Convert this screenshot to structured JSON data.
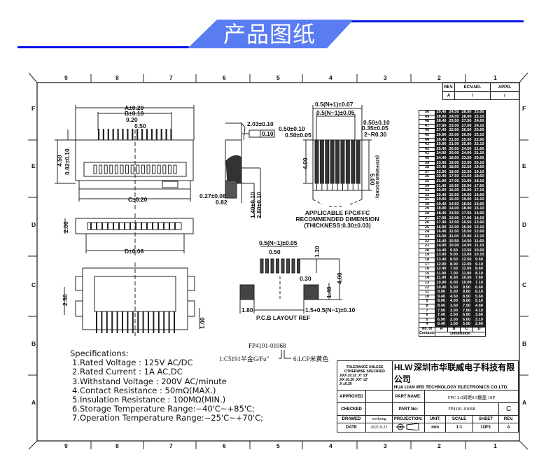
{
  "banner": {
    "title": "产品图纸",
    "color": "#5a7cf2",
    "line_color": "#0a14e8"
  },
  "frame": {
    "columns": [
      "9",
      "8",
      "7",
      "6",
      "5",
      "4",
      "3",
      "2",
      "1"
    ],
    "rows": [
      "F",
      "E",
      "D",
      "C",
      "B",
      "A"
    ]
  },
  "revision_block": {
    "headers": [
      "REV.",
      "ECN.NO.",
      "APPD."
    ],
    "values": [
      "A",
      "/",
      "/"
    ]
  },
  "front_view": {
    "dim_a": "A±0.20",
    "dim_b": "B±0.10",
    "dim_pin_width": "0.20",
    "dim_pitch": "0.50",
    "dim_height": "4.50",
    "dim_offset": "0.82±0.10",
    "dim_c": "C±0.20"
  },
  "side_view": {
    "dim_depth": "2.03±0.10",
    "flatness": "0.10",
    "dim_tail": "0.27±0.08",
    "dim_tail2": "0.82",
    "dim_h1": "1.40±0.10",
    "dim_h2": "2.80±0.10"
  },
  "fpc_view": {
    "dim_total": "0.5(N+1)±0.07",
    "dim_span": "0.5(N−1)±0.05",
    "dim_left1": "0.50±0.10",
    "dim_left2": "0.50±0.05",
    "dim_right1": "0.50±0.10",
    "dim_right2": "0.35±0.05",
    "radius": "2−R0.30",
    "dim_length": "4.00",
    "dim_stiffener": "5.00",
    "stiffener_label": "(STIFFENER BOARD)",
    "caption": [
      "APPLICABLE FPC/FFC",
      "RECOMMENDED DIMENSION",
      "(THICKNESS:0.30±0.03)"
    ]
  },
  "top_view": {
    "dim_height": "2.00",
    "dim_d": "D±0.08"
  },
  "bottom_view": {
    "dim_left": "2.50",
    "dim_right": "1.00"
  },
  "pcb_layout": {
    "dim_span": "0.5(N−1)±0.05",
    "dim_pitch": "0.50",
    "dim_pad_len": "1.30",
    "dim_total": "4.00",
    "dim_pad_w": "0.30",
    "dim_mount_h": "1.40",
    "dim_mount_w": "1.80",
    "dim_mount_span": "1.5+0.5(N−1)±0.10",
    "caption": "P.C.B LAYOUT REF"
  },
  "part_callout": {
    "part_no": "FP4101-01068",
    "material_1": "1:C5191半金G/Fu\"",
    "material_6": "6:LCP米黄色"
  },
  "specifications": {
    "title": "Specifications:",
    "items": [
      "1.Rated Voltage : 125V AC/DC",
      "2.Rated Current : 1A AC,DC",
      "3.Withstand Voltage : 200V AC/minute",
      "4.Contact Resistance : 50mΩ(MAX.)",
      "5.Insulation Resistance : 100MΩ(MIN.)",
      "6.Storage Temperature Range:−40'C~+85'C;",
      "7.Operation Temperature Range:−25'C~+70'C;"
    ]
  },
  "dimension_table": {
    "headers": [
      "No. of Contacts",
      "A",
      "B",
      "C",
      "D"
    ],
    "footer": "Dimension",
    "rows": [
      [
        "50",
        "29.40",
        "24.50",
        "28.50",
        "25.60"
      ],
      [
        "49",
        "28.90",
        "24.00",
        "28.00",
        "25.10"
      ],
      [
        "48",
        "28.40",
        "23.50",
        "27.50",
        "24.60"
      ],
      [
        "47",
        "27.90",
        "23.00",
        "27.00",
        "24.10"
      ],
      [
        "46",
        "27.40",
        "22.50",
        "26.50",
        "23.60"
      ],
      [
        "45",
        "26.90",
        "22.00",
        "26.00",
        "23.10"
      ],
      [
        "44",
        "26.40",
        "21.50",
        "25.50",
        "22.60"
      ],
      [
        "43",
        "25.90",
        "21.00",
        "25.00",
        "22.10"
      ],
      [
        "42",
        "25.40",
        "20.50",
        "24.50",
        "21.60"
      ],
      [
        "41",
        "24.90",
        "20.00",
        "24.00",
        "21.10"
      ],
      [
        "40",
        "24.40",
        "19.50",
        "23.50",
        "20.60"
      ],
      [
        "39",
        "23.90",
        "19.00",
        "23.00",
        "20.10"
      ],
      [
        "38",
        "23.40",
        "18.50",
        "22.50",
        "19.60"
      ],
      [
        "37",
        "22.90",
        "18.00",
        "22.00",
        "19.10"
      ],
      [
        "36",
        "22.40",
        "17.50",
        "21.50",
        "18.60"
      ],
      [
        "35",
        "21.90",
        "17.00",
        "21.00",
        "18.10"
      ],
      [
        "34",
        "21.40",
        "16.50",
        "20.50",
        "17.60"
      ],
      [
        "33",
        "20.90",
        "16.00",
        "20.00",
        "17.10"
      ],
      [
        "32",
        "20.40",
        "15.50",
        "19.50",
        "16.60"
      ],
      [
        "31",
        "19.90",
        "15.00",
        "19.00",
        "16.10"
      ],
      [
        "30",
        "19.40",
        "14.50",
        "18.50",
        "15.60"
      ],
      [
        "29",
        "18.90",
        "14.00",
        "18.00",
        "15.10"
      ],
      [
        "28",
        "18.40",
        "13.50",
        "17.50",
        "14.60"
      ],
      [
        "27",
        "17.90",
        "13.00",
        "17.00",
        "14.10"
      ],
      [
        "26",
        "17.40",
        "12.50",
        "16.50",
        "13.60"
      ],
      [
        "25",
        "16.90",
        "12.00",
        "16.00",
        "13.10"
      ],
      [
        "24",
        "16.40",
        "11.50",
        "15.50",
        "12.60"
      ],
      [
        "23",
        "15.90",
        "11.00",
        "15.00",
        "12.10"
      ],
      [
        "22",
        "15.40",
        "10.50",
        "14.50",
        "11.60"
      ],
      [
        "21",
        "14.90",
        "10.00",
        "14.00",
        "11.10"
      ],
      [
        "20",
        "14.40",
        "9.50",
        "13.50",
        "10.60"
      ],
      [
        "19",
        "13.90",
        "9.00",
        "13.00",
        "10.10"
      ],
      [
        "18",
        "13.40",
        "8.50",
        "12.50",
        "9.60"
      ],
      [
        "17",
        "12.90",
        "8.00",
        "12.00",
        "9.10"
      ],
      [
        "16",
        "12.40",
        "7.50",
        "11.50",
        "8.60"
      ],
      [
        "15",
        "11.90",
        "7.00",
        "11.00",
        "8.10"
      ],
      [
        "14",
        "11.40",
        "6.50",
        "10.50",
        "7.60"
      ],
      [
        "13",
        "10.90",
        "6.00",
        "10.00",
        "7.10"
      ],
      [
        "12",
        "10.40",
        "5.50",
        "9.50",
        "6.60"
      ],
      [
        "11",
        "9.90",
        "5.00",
        "9.00",
        "6.10"
      ],
      [
        "10",
        "9.40",
        "4.50",
        "8.50",
        "5.60"
      ],
      [
        "9",
        "8.90",
        "4.00",
        "8.00",
        "5.10"
      ],
      [
        "8",
        "8.40",
        "3.50",
        "7.50",
        "4.60"
      ],
      [
        "7",
        "7.90",
        "3.00",
        "7.00",
        "4.10"
      ],
      [
        "6",
        "7.40",
        "2.50",
        "6.50",
        "3.60"
      ],
      [
        "5",
        "6.90",
        "2.00",
        "6.00",
        "3.10"
      ],
      [
        "4",
        "6.40",
        "1.50",
        "5.50",
        "2.60"
      ]
    ]
  },
  "title_block": {
    "tolerance_title": "TOLERANCE UNLESS OTHERWISE SPECIFIED",
    "tolerance_lines": [
      ".XXX ±0.10  .X° ±3°",
      ".XX ±0.20  .XX° ±2°",
      ".X ±0.30"
    ],
    "company_logo": "HLW",
    "company_cn": "深圳市华联威电子科技有限公司",
    "company_en": "HUA LIAN WEI TECHNOLOGY ELECTRONICS CO;LTD.",
    "approved_label": "APPROVED",
    "approved_value": "",
    "checked_label": "CHECKED",
    "checked_value": "",
    "drawed_label": "DRAWED",
    "drawed_value": "weihong",
    "date_label": "DATE",
    "date_value": "2021.9.23",
    "part_name_label": "PART NAME:",
    "part_name_value": "FPC 2.0间距0.5翻盖 10P",
    "part_no_label": "PART No:",
    "part_no_value": "FP4101-01068",
    "size_code": "C",
    "projection_label": "PROJECTION:",
    "unit_label": "UNIT:",
    "unit_value": "mm",
    "scale_label": "SCALE",
    "scale_value": "1:1",
    "sheet_label": "SHEET",
    "sheet_value": "1OF1",
    "rev_label": "REV.",
    "rev_value": "A"
  }
}
